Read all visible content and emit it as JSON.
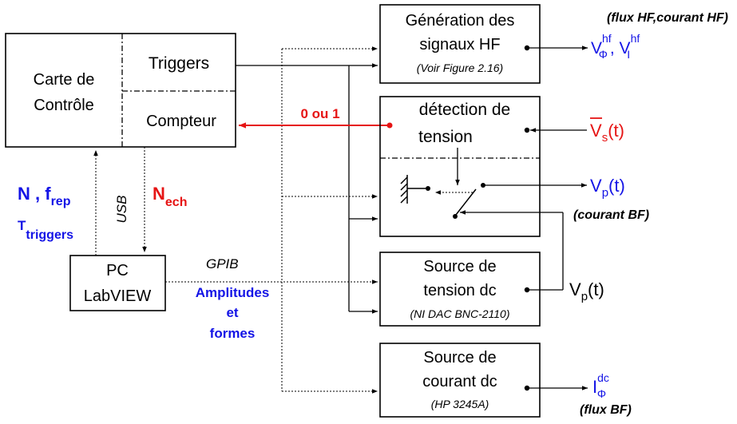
{
  "carte": {
    "title_line1": "Carte de",
    "title_line2": "Contrôle",
    "triggers": "Triggers",
    "compteur": "Compteur"
  },
  "pc": {
    "line1": "PC",
    "line2": "LabVIEW"
  },
  "links": {
    "usb": "USB",
    "gpib": "GPIB",
    "zero_ou_un": "0 ou 1",
    "n_frep_main": "N , f",
    "n_frep_sub": "rep",
    "t_triggers_main": "T",
    "t_triggers_sub": "triggers",
    "n_ech_main": "N",
    "n_ech_sub": "ech",
    "amplitudes": "Amplitudes",
    "et": "et",
    "formes": "formes"
  },
  "hf": {
    "line1": "Génération des",
    "line2": "signaux HF",
    "note": "(Voir Figure 2.16)",
    "caption": "(flux HF,courant HF)",
    "out_v1": "V",
    "out_v1_sup": "hf",
    "out_v1_sub": "Φ",
    "out_sep": ", ",
    "out_v2": "V",
    "out_v2_sup": "hf",
    "out_v2_sub": "I"
  },
  "detect": {
    "line1": "détection de",
    "line2": "tension",
    "vs_main": "V",
    "vs_sub": "s",
    "vs_tail": "(t)",
    "vp_main": "V",
    "vp_sub": "p",
    "vp_tail": "(t)",
    "courant_bf": "(courant BF)"
  },
  "tension_dc": {
    "line1": "Source de",
    "line2": "tension dc",
    "note": "(NI DAC BNC-2110)",
    "vp_main": "V",
    "vp_sub": "p",
    "vp_tail": "(t)"
  },
  "courant_dc": {
    "line1": "Source de",
    "line2": "courant dc",
    "note": "(HP 3245A)",
    "out_main": "I",
    "out_sup": "dc",
    "out_sub": "Φ",
    "flux_bf": "(flux BF)"
  },
  "colors": {
    "blue": "#1414e6",
    "red": "#e61414",
    "black": "#000000"
  }
}
